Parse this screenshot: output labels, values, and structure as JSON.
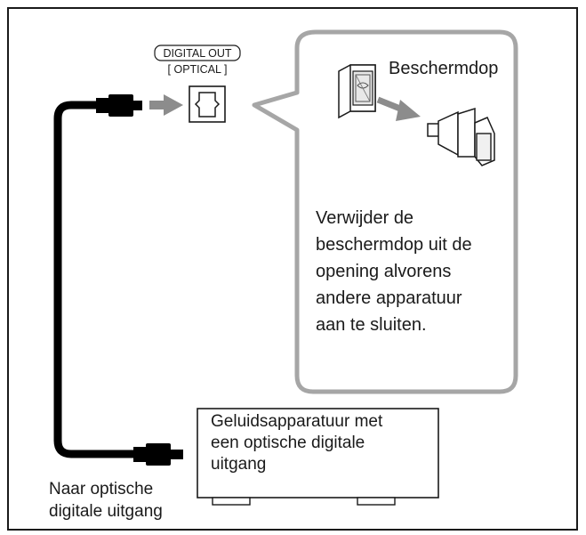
{
  "port": {
    "name": "DIGITAL OUT",
    "type": "[ OPTICAL ]"
  },
  "callout": {
    "cap_label": "Beschermdop",
    "note_lines": [
      "Verwijder de",
      "beschermdop uit de",
      "opening alvorens",
      "andere apparatuur",
      "aan te sluiten."
    ]
  },
  "device": {
    "label_lines": [
      "Geluidsapparatuur met",
      "een optische digitale",
      "uitgang"
    ]
  },
  "cable": {
    "label_lines": [
      "Naar optische",
      "digitale uitgang"
    ]
  },
  "colors": {
    "outline": "#1a1a1a",
    "callout_border": "#a6a6a6",
    "arrow": "#8c8c8c",
    "cable": "#000000"
  }
}
